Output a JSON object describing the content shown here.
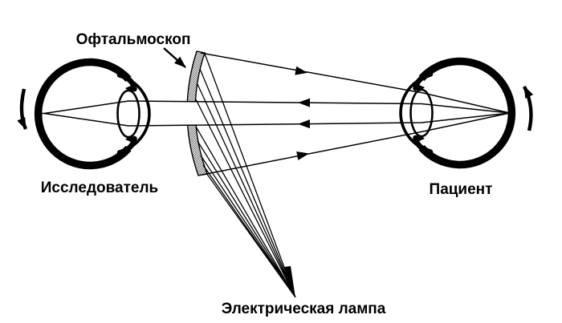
{
  "diagram": {
    "labels": {
      "ophthalmoscope": "Офтальмоскоп",
      "researcher": "Исследователь",
      "patient": "Пациент",
      "lamp": "Электрическая лампа"
    },
    "colors": {
      "ink": "#000000",
      "background": "#ffffff",
      "mirror_shading": "#7d7d7d",
      "mirror_shading_light": "#e9e9e9"
    },
    "icons": {
      "researcher_rotation": "curved-arrow-down-icon",
      "patient_rotation": "curved-arrow-up-icon",
      "label_pointer": "arrow-down-right-icon"
    }
  }
}
